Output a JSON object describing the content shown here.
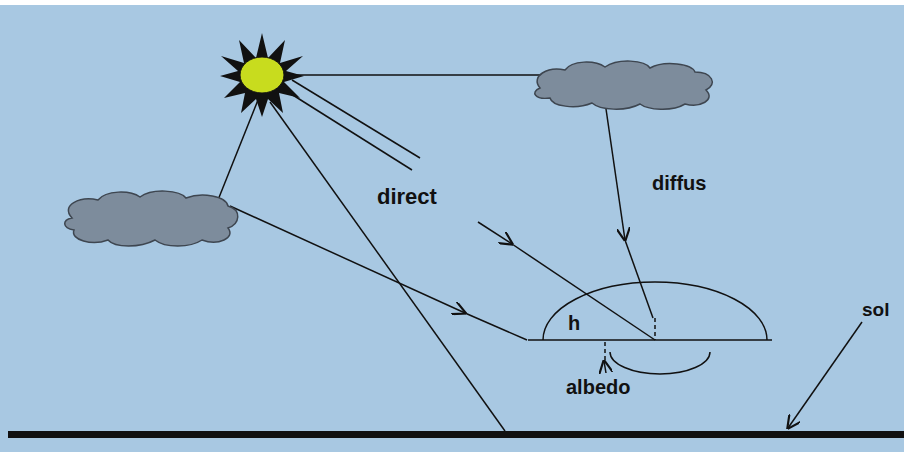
{
  "diagram": {
    "labels": [
      "direct",
      "diffus",
      "h",
      "albedo",
      "sol"
    ]
  }
}
